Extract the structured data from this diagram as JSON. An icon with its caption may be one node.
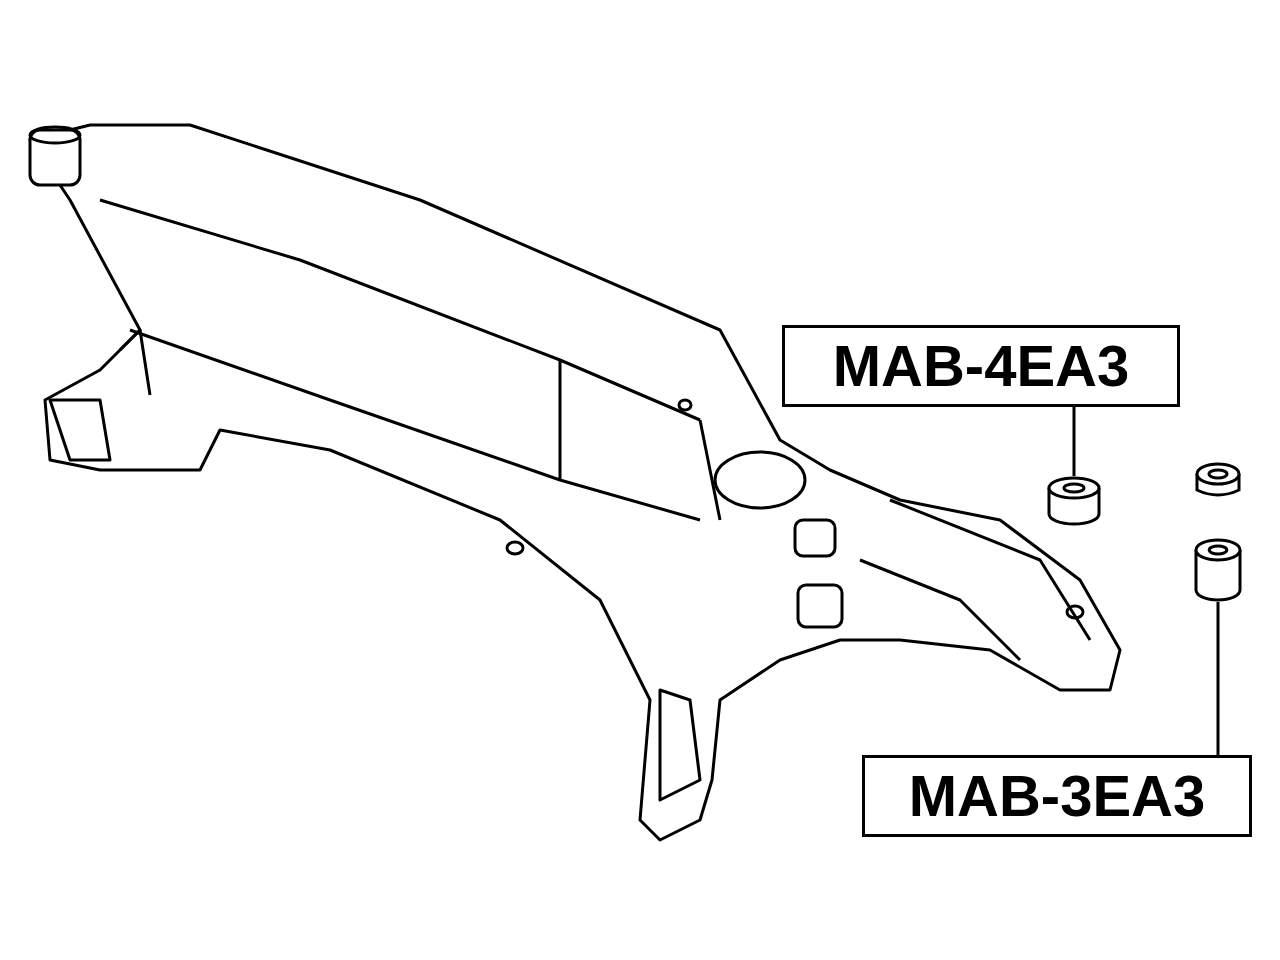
{
  "diagram": {
    "nodes": [
      {
        "text": [
          "MAB-4EA3"
        ]
      },
      {
        "text": [],
        "shape": "cylinder"
      },
      {
        "text": [],
        "shape": "cylinder"
      },
      {
        "text": [
          "MAB-3EA3"
        ]
      }
    ],
    "edges": [
      {
        "from": 0,
        "to": 1,
        "arrow": "none"
      },
      {
        "from": 3,
        "to": 2,
        "arrow": "none"
      }
    ]
  }
}
